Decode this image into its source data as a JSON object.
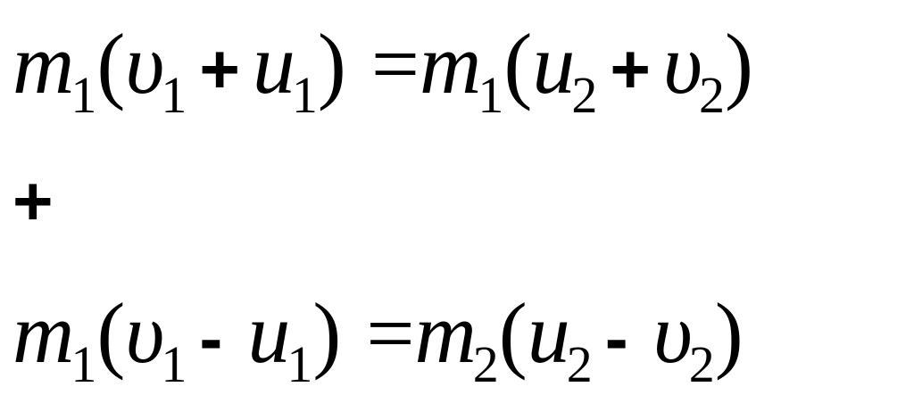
{
  "equation1": {
    "m": "m",
    "m_sub": "1",
    "lparen": "(",
    "v": "υ",
    "v_sub": "1",
    "plus": "+",
    "u": "u",
    "u_sub": "1",
    "rparen": ")",
    "eq": "=",
    "m_r": "m",
    "m_r_sub": "1",
    "lparen_r": "(",
    "u_r": "u",
    "u_r_sub": "2",
    "plus_r": "+",
    "v_r": "υ",
    "v_r_sub": "2",
    "rparen_r": ")"
  },
  "operator": "+",
  "equation2": {
    "m": "m",
    "m_sub": "1",
    "lparen": "(",
    "v": "υ",
    "v_sub": "1",
    "minus": "-",
    "u": "u",
    "u_sub": "1",
    "rparen": ")",
    "eq": "=",
    "m_r": "m",
    "m_r_sub": "2",
    "lparen_r": "(",
    "u_r": "u",
    "u_r_sub": "2",
    "minus_r": "-",
    "v_r": "υ",
    "v_r_sub": "2",
    "rparen_r": ")"
  }
}
